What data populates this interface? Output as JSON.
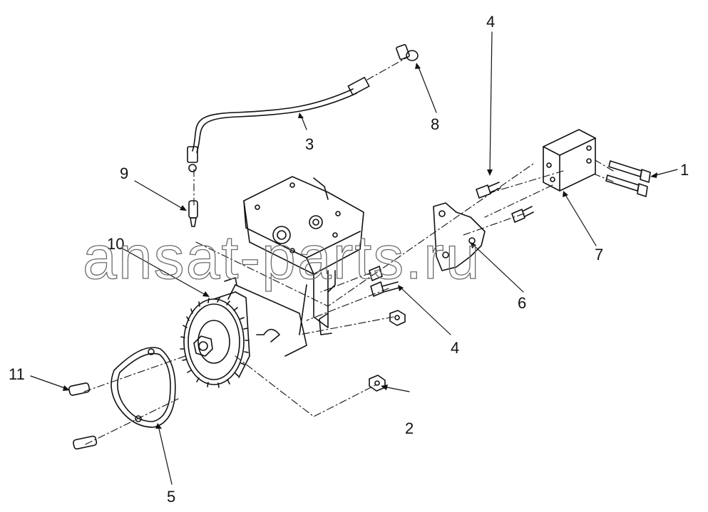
{
  "diagram": {
    "callouts": [
      {
        "id": "c1",
        "label": "1"
      },
      {
        "id": "c2",
        "label": "2"
      },
      {
        "id": "c3",
        "label": "3"
      },
      {
        "id": "c4a",
        "label": "4"
      },
      {
        "id": "c4b",
        "label": "4"
      },
      {
        "id": "c5",
        "label": "5"
      },
      {
        "id": "c6",
        "label": "6"
      },
      {
        "id": "c7",
        "label": "7"
      },
      {
        "id": "c8",
        "label": "8"
      },
      {
        "id": "c9",
        "label": "9"
      },
      {
        "id": "c10",
        "label": "10"
      },
      {
        "id": "c11",
        "label": "11"
      }
    ],
    "watermark": "ansat-parts.ru"
  },
  "colors": {
    "line": "#111111",
    "watermark": "#6b6b6b",
    "background": "#ffffff"
  }
}
